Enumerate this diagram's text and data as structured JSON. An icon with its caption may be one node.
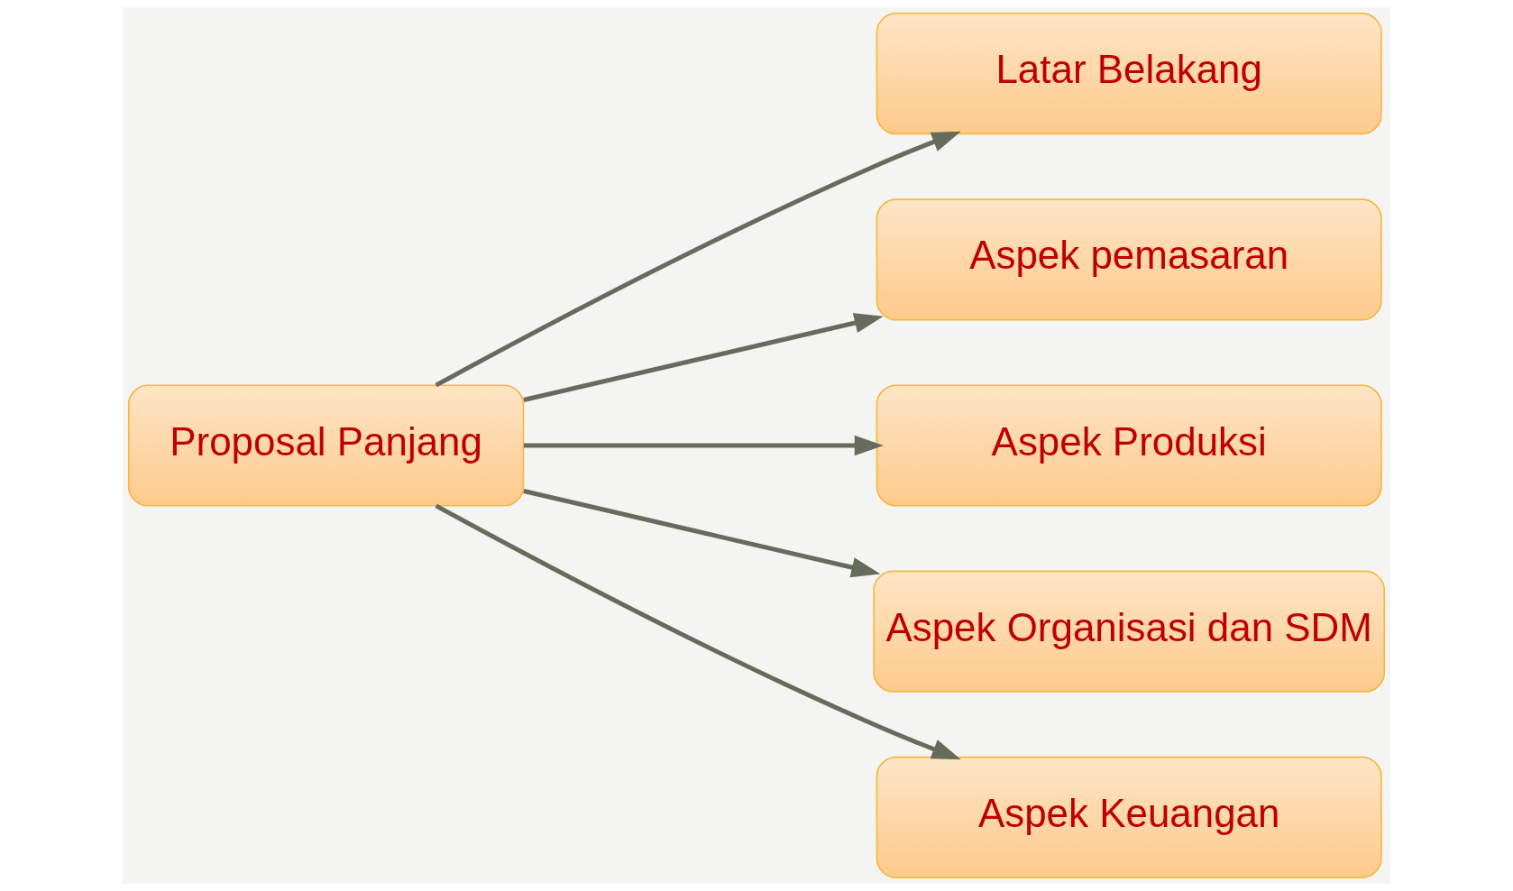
{
  "diagram": {
    "nodes": [
      {
        "text": [
          "Proposal Panjang"
        ]
      },
      {
        "text": [
          "Latar Belakang"
        ]
      },
      {
        "text": [
          "Aspek pemasaran"
        ]
      },
      {
        "text": [
          "Aspek Produksi"
        ]
      },
      {
        "text": [
          "Aspek Organisasi dan SDM"
        ]
      },
      {
        "text": [
          "Aspek Keuangan"
        ]
      }
    ],
    "edges": [
      {
        "from": 0,
        "to": 1,
        "arrow": "to"
      },
      {
        "from": 0,
        "to": 2,
        "arrow": "to"
      },
      {
        "from": 0,
        "to": 3,
        "arrow": "to"
      },
      {
        "from": 0,
        "to": 4,
        "arrow": "to"
      },
      {
        "from": 0,
        "to": 5,
        "arrow": "to"
      }
    ]
  }
}
